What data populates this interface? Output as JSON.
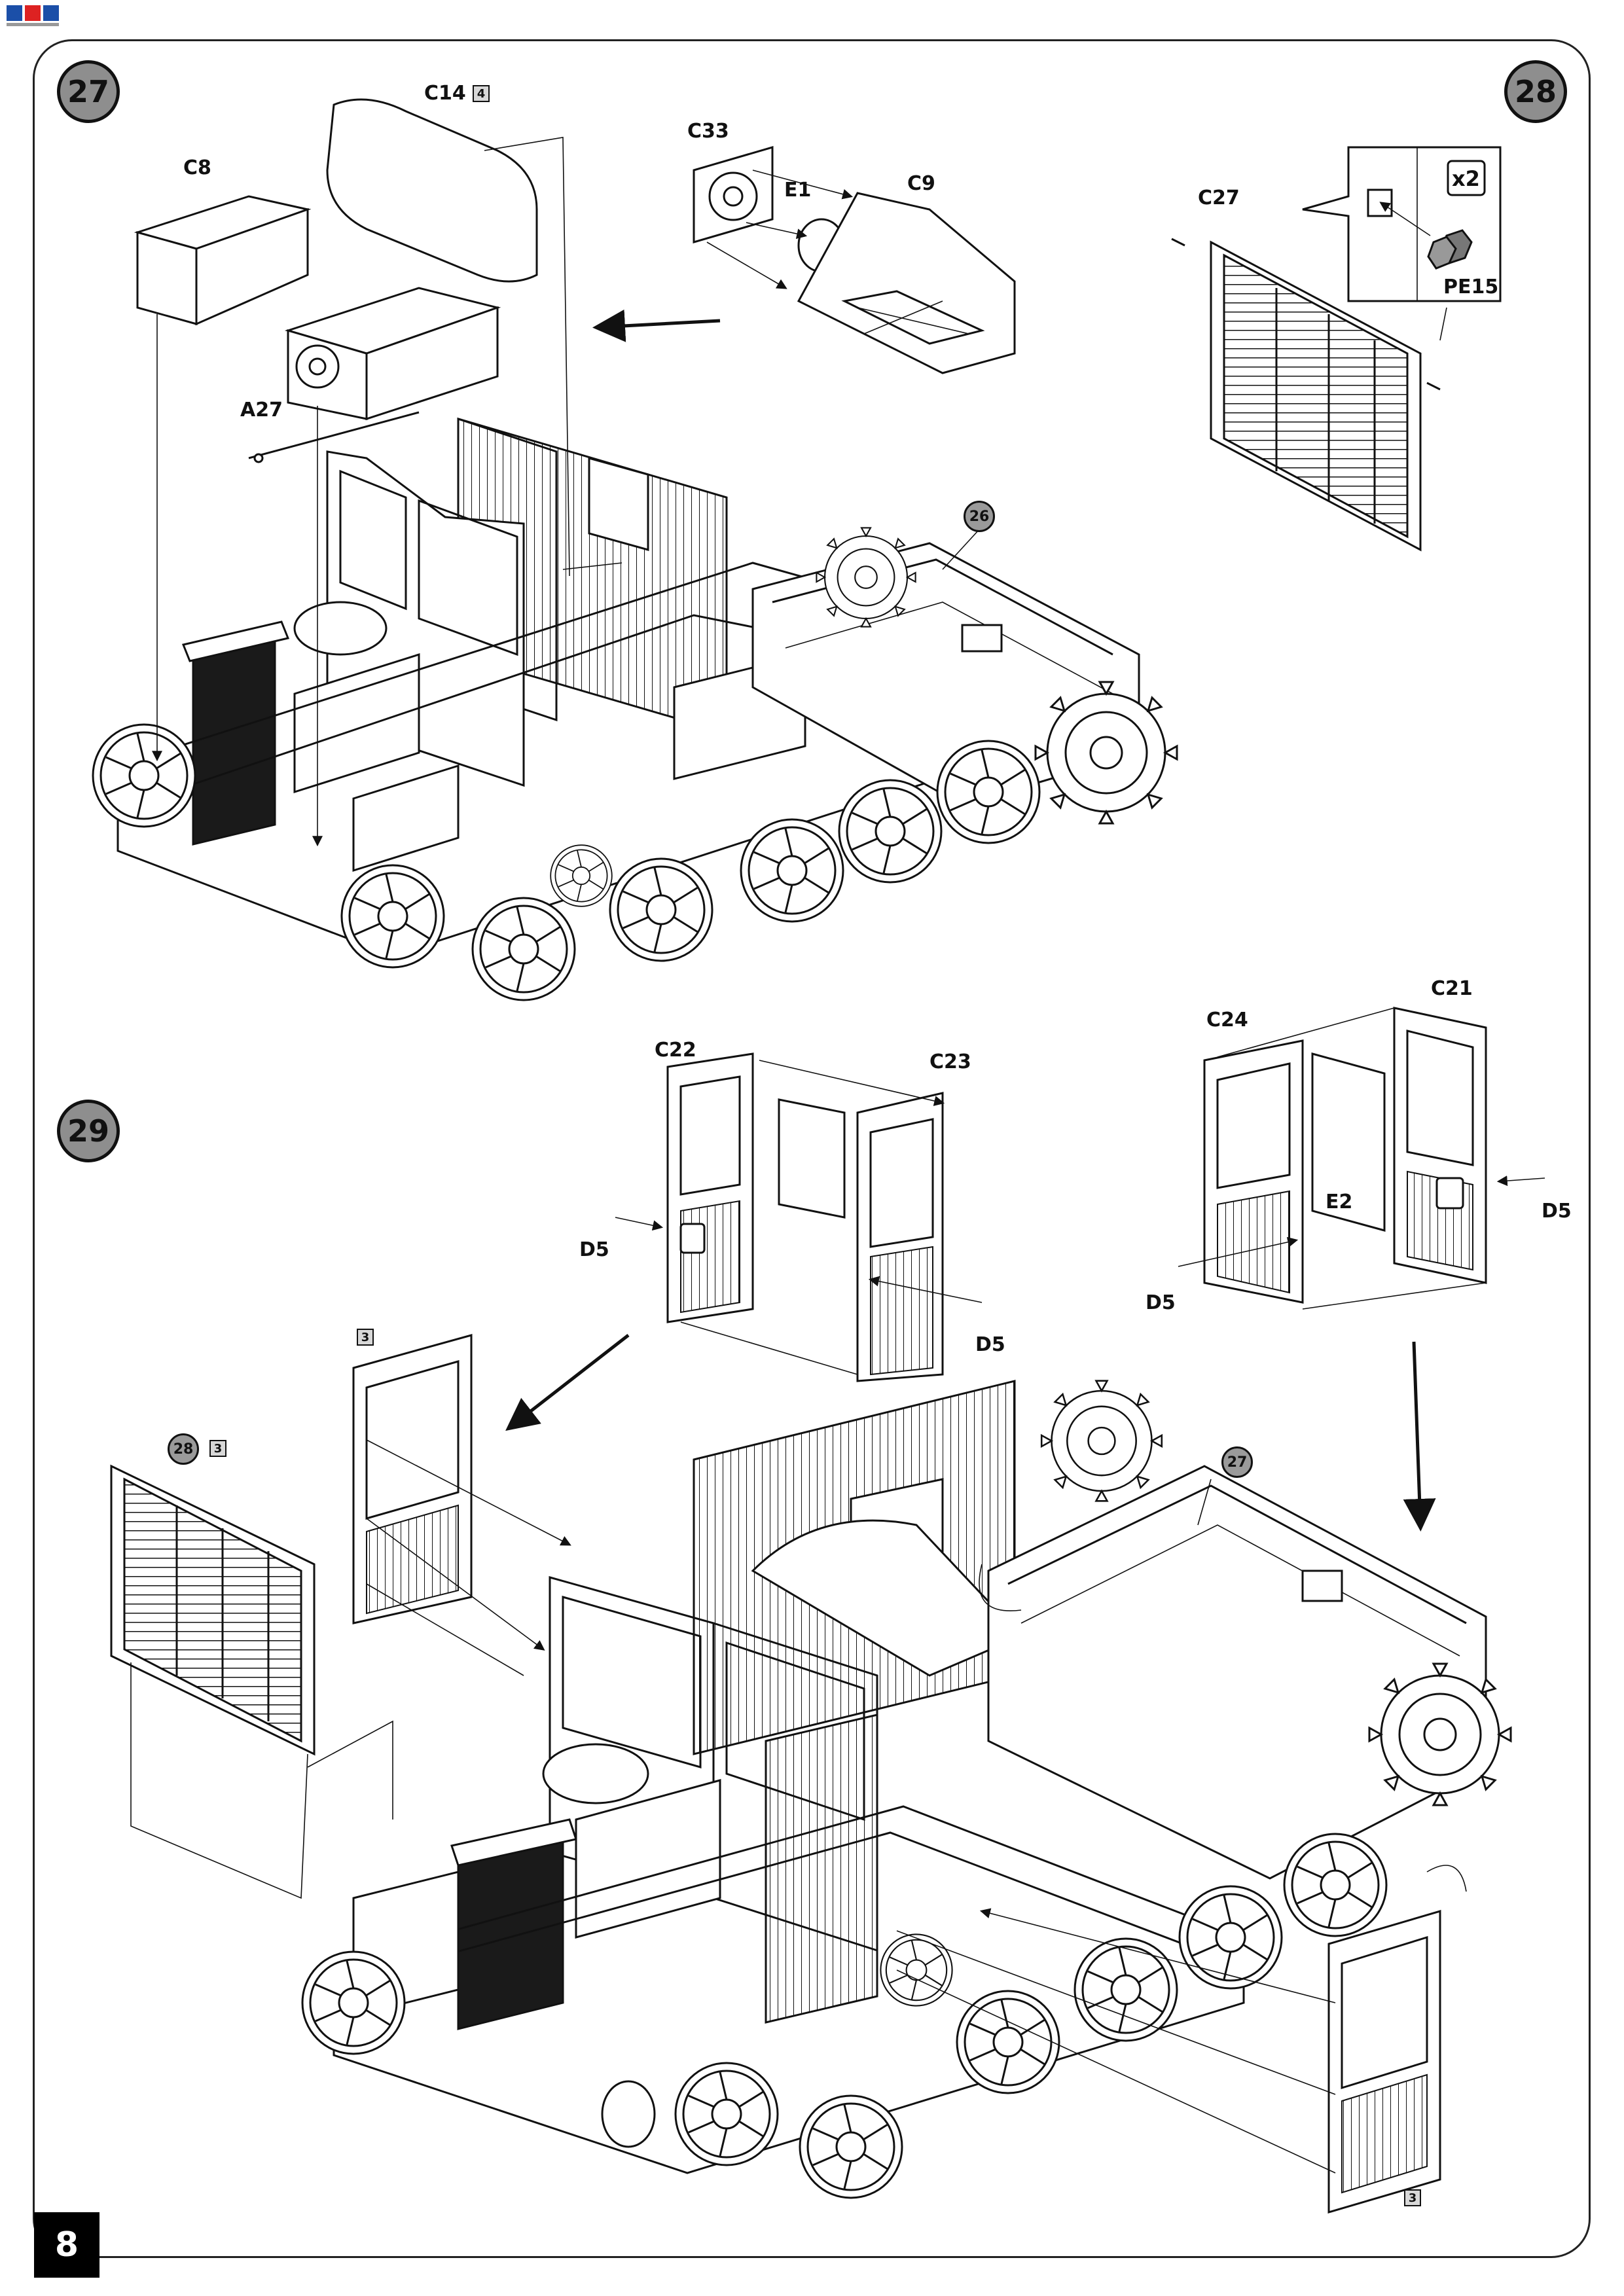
{
  "page": {
    "number": "8"
  },
  "steps": {
    "step27": "27",
    "step28": "28",
    "step29": "29"
  },
  "refs": {
    "ref26": "26",
    "ref28": "28",
    "ref27": "27"
  },
  "box_tags": {
    "c14_tag": "4",
    "upper_door_tag": "3",
    "grille_tag": "3",
    "lower_door_tag": "3"
  },
  "labels": {
    "c14": "C14",
    "c8": "C8",
    "c33": "C33",
    "e1": "E1",
    "c9": "C9",
    "a27": "A27",
    "c27": "C27",
    "pe15": "PE15",
    "x2": "x2",
    "c22": "C22",
    "c23": "C23",
    "d5_left": "D5",
    "d5_c23": "D5",
    "c24": "C24",
    "c21": "C21",
    "e2": "E2",
    "d5_c24": "D5",
    "d5_c21": "D5"
  }
}
